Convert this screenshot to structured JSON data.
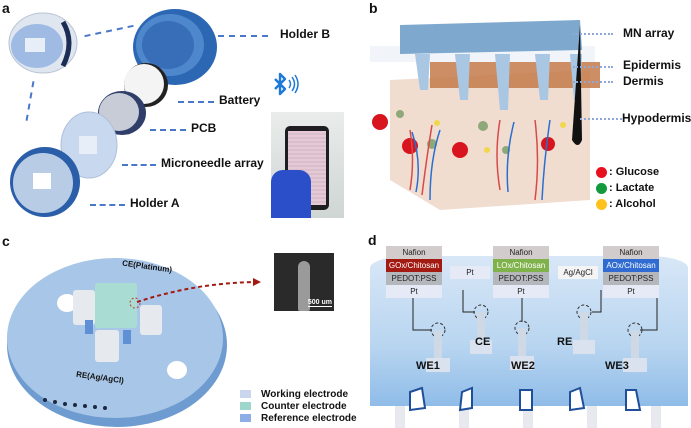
{
  "panels": {
    "a": {
      "label": "a",
      "callouts": [
        "Holder B",
        "Battery",
        "PCB",
        "Microneedle array",
        "Holder A"
      ],
      "icons": [
        "bluetooth-icon",
        "smartphone-photo"
      ]
    },
    "b": {
      "label": "b",
      "layers": [
        "MN array",
        "Epidermis",
        "Dermis",
        "Hypodermis"
      ],
      "legend": [
        {
          "label": ": Glucose",
          "color": "#e8101e"
        },
        {
          "label": ": Lactate",
          "color": "#129a3c"
        },
        {
          "label": ": Alcohol",
          "color": "#ffc21c"
        }
      ]
    },
    "c": {
      "label": "c",
      "annotations": {
        "ce": "CE(Platinum)",
        "re": "RE(Ag/AgCl)",
        "scale_bar": "500 um"
      },
      "legend": [
        {
          "label": "Working electrode",
          "color": "#c9d6ee"
        },
        {
          "label": "Counter electrode",
          "color": "#9fd6cc"
        },
        {
          "label": "Reference electrode",
          "color": "#8eaee6"
        }
      ]
    },
    "d": {
      "label": "d",
      "electrodes": [
        {
          "name": "WE1",
          "layers": [
            {
              "text": "Nafion",
              "bg": "#d3cccc",
              "fg": "#222"
            },
            {
              "text": "GOx/Chitosan",
              "bg": "#a31a12",
              "fg": "#fff"
            },
            {
              "text": "PEDOT:PSS",
              "bg": "#b4b7bc",
              "fg": "#222"
            },
            {
              "text": "Pt",
              "bg": "#e6e9f6",
              "fg": "#222"
            }
          ]
        },
        {
          "name": "CE",
          "layers": [
            {
              "text": "Pt",
              "bg": "#e6e9f6",
              "fg": "#222"
            }
          ]
        },
        {
          "name": "WE2",
          "layers": [
            {
              "text": "Nafion",
              "bg": "#d3cccc",
              "fg": "#222"
            },
            {
              "text": "LOx/Chitosan",
              "bg": "#7fb24a",
              "fg": "#fff"
            },
            {
              "text": "PEDOT:PSS",
              "bg": "#b4b7bc",
              "fg": "#222"
            },
            {
              "text": "Pt",
              "bg": "#e6e9f6",
              "fg": "#222"
            }
          ]
        },
        {
          "name": "RE",
          "layers": [
            {
              "text": "Ag/AgCl",
              "bg": "#f4f4f4",
              "fg": "#222"
            }
          ]
        },
        {
          "name": "WE3",
          "layers": [
            {
              "text": "Nafion",
              "bg": "#d3cccc",
              "fg": "#222"
            },
            {
              "text": "AOx/Chitosan",
              "bg": "#2f6bd0",
              "fg": "#fff"
            },
            {
              "text": "PEDOT:PSS",
              "bg": "#b4b7bc",
              "fg": "#222"
            },
            {
              "text": "Pt",
              "bg": "#e6e9f6",
              "fg": "#222"
            }
          ]
        }
      ]
    }
  }
}
